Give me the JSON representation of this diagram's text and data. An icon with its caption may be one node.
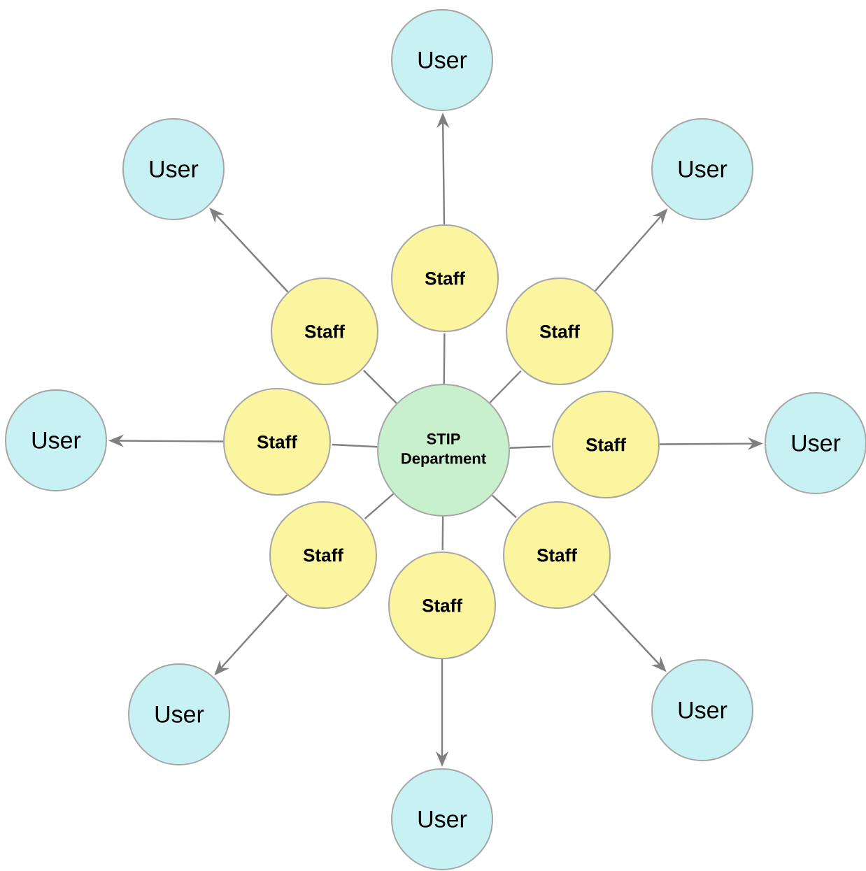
{
  "diagram": {
    "nodes": [
      {
        "text": [
          "User"
        ]
      },
      {
        "text": [
          "User"
        ]
      },
      {
        "text": [
          "User"
        ]
      },
      {
        "text": [
          "Staff"
        ]
      },
      {
        "text": [
          "Staff"
        ]
      },
      {
        "text": [
          "Staff"
        ]
      },
      {
        "text": [
          "User"
        ]
      },
      {
        "text": [
          "Staff"
        ]
      },
      {
        "text": [
          "STIP Department"
        ]
      },
      {
        "text": [
          "Staff"
        ]
      },
      {
        "text": [
          "User"
        ]
      },
      {
        "text": [
          "Staff"
        ]
      },
      {
        "text": [
          "Staff"
        ]
      },
      {
        "text": [
          "Staff"
        ]
      },
      {
        "text": [
          "User"
        ]
      },
      {
        "text": [
          "User"
        ]
      },
      {
        "text": [
          "User"
        ]
      }
    ],
    "edges": [
      {
        "from": 8,
        "to": 3,
        "arrow": "none"
      },
      {
        "from": 8,
        "to": 4,
        "arrow": "none"
      },
      {
        "from": 8,
        "to": 5,
        "arrow": "none"
      },
      {
        "from": 8,
        "to": 7,
        "arrow": "none"
      },
      {
        "from": 8,
        "to": 9,
        "arrow": "none"
      },
      {
        "from": 8,
        "to": 11,
        "arrow": "none"
      },
      {
        "from": 8,
        "to": 12,
        "arrow": "none"
      },
      {
        "from": 8,
        "to": 13,
        "arrow": "none"
      },
      {
        "from": 3,
        "to": 0,
        "arrow": "to"
      },
      {
        "from": 4,
        "to": 1,
        "arrow": "to"
      },
      {
        "from": 5,
        "to": 2,
        "arrow": "to"
      },
      {
        "from": 7,
        "to": 6,
        "arrow": "to"
      },
      {
        "from": 9,
        "to": 10,
        "arrow": "to"
      },
      {
        "from": 11,
        "to": 14,
        "arrow": "to"
      },
      {
        "from": 12,
        "to": 15,
        "arrow": "to"
      },
      {
        "from": 13,
        "to": 16,
        "arrow": "to"
      }
    ]
  }
}
